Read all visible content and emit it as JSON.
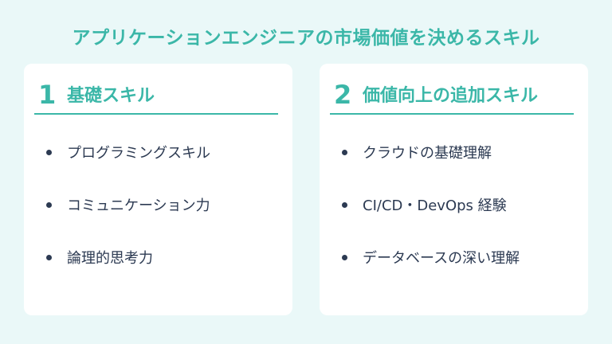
{
  "title": "アプリケーションエンジニアの市場価値を決めるスキル",
  "colors": {
    "accent": "#3bb7a8",
    "background": "#eaf8f8",
    "card": "#ffffff",
    "text": "#2c3a52"
  },
  "cards": [
    {
      "number": "1",
      "heading": "基礎スキル",
      "items": [
        "プログラミングスキル",
        "コミュニケーション力",
        "論理的思考力"
      ]
    },
    {
      "number": "2",
      "heading": "価値向上の追加スキル",
      "items": [
        "クラウドの基礎理解",
        "CI/CD・DevOps 経験",
        "データベースの深い理解"
      ]
    }
  ]
}
